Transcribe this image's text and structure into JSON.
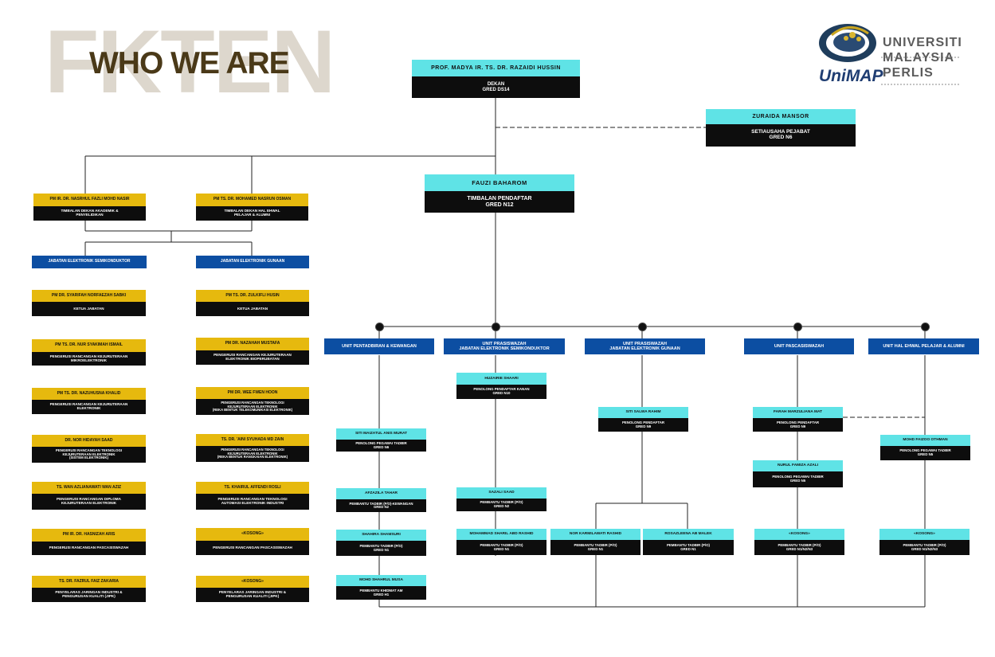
{
  "header": {
    "watermark": "FKTEN",
    "title": "WHO WE ARE",
    "logo_text": "UniMAP",
    "university_lines": [
      "UNIVERSITI",
      "MALAYSIA",
      "PERLIS"
    ]
  },
  "vacant_label": "«KOSONG»",
  "colors": {
    "cyan": "#5fe3e6",
    "yellow": "#e6b90e",
    "blue": "#0c4ea2",
    "black": "#0d0d0d",
    "vacant": "#e0162b"
  },
  "top": {
    "dean": {
      "name": "PROF. MADYA IR. TS. DR. RAZAIDI HUSSIN",
      "role": "DEKAN\nGRED DS14"
    },
    "secretary": {
      "name": "ZURAIDA MANSOR",
      "role": "SETIAUSAHA PEJABAT\nGRED N6"
    },
    "registrar": {
      "name": "FAUZI BAHAROM",
      "role": "TIMBALAN PENDAFTAR\nGRED N12"
    },
    "deputy_academic": {
      "name": "PM IR. DR. NASRHUL FAZLI MOHD NASIR",
      "role": "TIMBALAN DEKAN AKADEMIK &\nPENYELIDIKAN"
    },
    "deputy_student": {
      "name": "PM TS. DR. MOHAMED NASRUN OSMAN",
      "role": "TIMBALAN DEKAN HAL EHWAL\nPELAJAR & ALUMNI"
    }
  },
  "departments": [
    {
      "title": "JABATAN ELEKTRONIK SEMIKONDUKTOR",
      "members": [
        {
          "name": "PM DR. SYARIFAH NORFAEZAH SABKI",
          "role": "KETUA JABATAN"
        },
        {
          "name": "PM TS. DR. NUR SYAKIMAH ISMAIL",
          "role": "PENGERUSI RANCANGAN KEJURUTERAAN\nMIKROELEKTRONIK"
        },
        {
          "name": "PM TS. DR. NAZUHUSNA KHALID",
          "role": "PENGERUSI RANCANGAN KEJURUTERAAN\nELEKTRONIK"
        },
        {
          "name": "DR. NOR HIDAYAH SAAD",
          "role": "PENGERUSI RANCANGAN TEKNOLOGI\nKEJURUTERAAN ELEKTRONIK\n(SISTEM ELEKTRONIK)"
        },
        {
          "name": "TS. WAN AZLIANAWATI WAN AZIZ",
          "role": "PENGERUSI RANCANGAN DIPLOMA\nKEJURUTERAAN ELEKTRONIK"
        },
        {
          "name": "PM IR. DR. HASNIZAH ARIS",
          "role": "PENGERUSI RANCANGAN PASCASISWAZAH"
        },
        {
          "name": "TS. DR. FAZRUL FAIZ ZAKARIA",
          "role": "PENYELARAS JARINGAN INDUSTRI &\nPENGURUSAN KUALITI (JIPK)"
        }
      ]
    },
    {
      "title": "JABATAN ELEKTRONIK GUNAAN",
      "members": [
        {
          "name": "PM TS. DR. ZULKIFLI HUSIN",
          "role": "KETUA JABATAN"
        },
        {
          "name": "PM DR. NAZAHAH MUSTAFA",
          "role": "PENGERUSI RANCANGAN KEJURUTERAAN\nELEKTRONIK BIOPERUBATAN"
        },
        {
          "name": "PM DR. WEE FWEN HOON",
          "role": "PENGERUSI RANCANGAN TEKNOLOGI\nKEJURUTERAAN ELEKTRONIK\n(REKA BENTUK TELEKOMUNIKASI ELEKTRONIK)"
        },
        {
          "name": "TS. DR. 'AINI SYUHADA MD ZAIN",
          "role": "PENGERUSI RANCANGAN TEKNOLOGI\nKEJURUTERAAN ELEKTRONIK\n(REKA BENTUK RANGKAIAN ELEKTRONIK)"
        },
        {
          "name": "TS. KHAIRUL AFFENDI ROSLI",
          "role": "PENGERUSI RANCANGAN TEKNOLOGI\nAUTOMASI ELEKTRONIK INDUSTRI"
        },
        {
          "name": "«KOSONG»",
          "role": "PENGERUSI RANCANGAN PASCASISWAZAH",
          "vacant": true
        },
        {
          "name": "«KOSONG»",
          "role": "PENYELARAS JARINGAN INDUSTRI &\nPENGURUSAN KUALITI (JIPK)",
          "vacant": true
        }
      ]
    }
  ],
  "units": [
    {
      "title": "UNIT PENTADBIRAN & KEWANGAN",
      "members": [
        {
          "name": "SITI MAIZATUL ANIS MURAT",
          "role": "PENOLONG PEGAWAI TADBIR\nGRED N6"
        },
        {
          "name": "AFZAZILA TAHAR",
          "role": "PEMBANTU TADBIR (P/O)-KEWANGAN\nGRED N2"
        },
        {
          "name": "SHAHIRA SHAMSURI",
          "role": "PEMBANTU TADBIR (P/O)\nGRED N1"
        },
        {
          "name": "MOHD SHAHRUL MUSA",
          "role": "PEMBANTU KHIDMAT AM\nGRED H1"
        }
      ]
    },
    {
      "title": "UNIT PRASISWAZAH\nJABATAN ELEKTRONIK SEMIKONDUKTOR",
      "members": [
        {
          "name": "HUZAIRIE SHAARI",
          "role": "PENOLONG PENDAFTAR KANAN\nGRED N10"
        },
        {
          "name": "SAZALI SAAD",
          "role": "PEMBANTU TADBIR (P/O)\nGRED N2"
        },
        {
          "name": "MOHAMMAD SHARIL ABD RASHID",
          "role": "PEMBANTU TADBIR (P/O)\nGRED N1"
        }
      ]
    },
    {
      "title": "UNIT PRASISWAZAH\nJABATAN ELEKTRONIK GUNAAN",
      "members": [
        {
          "name": "SITI SALWA RAHIM",
          "role": "PENOLONG PENDAFTAR\nGRED N9"
        },
        {
          "name": "NOR KARMILAWATI RASHID",
          "role": "PEMBANTU TADBIR (P/O)\nGRED N1"
        },
        {
          "name": "ROSAZLEENA AB MALEK",
          "role": "PEMBANTU TADBIR (P/O)\nGRED N1"
        }
      ]
    },
    {
      "title": "UNIT PASCASISWAZAH",
      "members": [
        {
          "name": "FARAH MARZULIANA MAT",
          "role": "PENOLONG PENDAFTAR\nGRED N9"
        },
        {
          "name": "NURUL FAMIZA AZALI",
          "role": "PENOLONG PEGAWAI TADBIR\nGRED N5"
        },
        {
          "name": "«KOSONG»",
          "role": "PEMBANTU TADBIR (P/O)\nGRED N1/N2/N3",
          "vacant": true
        }
      ]
    },
    {
      "title": "UNIT HAL EHWAL PELAJAR & ALUMNI",
      "members": [
        {
          "name": "MOHD FAIZOO OTHMAN",
          "role": "PENOLONG PEGAWAI TADBIR\nGRED N5"
        },
        {
          "name": "«KOSONG»",
          "role": "PEMBANTU TADBIR (P/O)\nGRED N1/N2/N3",
          "vacant": true
        }
      ]
    }
  ]
}
